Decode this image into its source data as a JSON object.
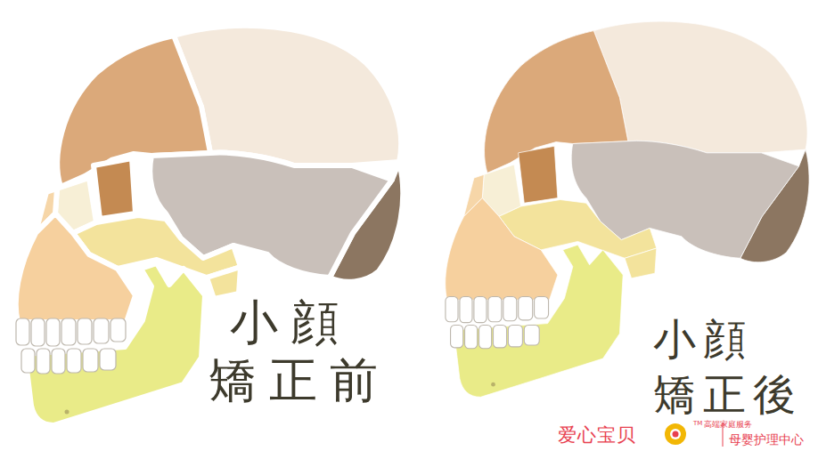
{
  "diagram": {
    "labels": [
      "小顔 矯正前",
      "小顔 矯正後",
      "爱心宝贝",
      "TM",
      "高端家庭服务",
      "母婴护理中心"
    ]
  }
}
